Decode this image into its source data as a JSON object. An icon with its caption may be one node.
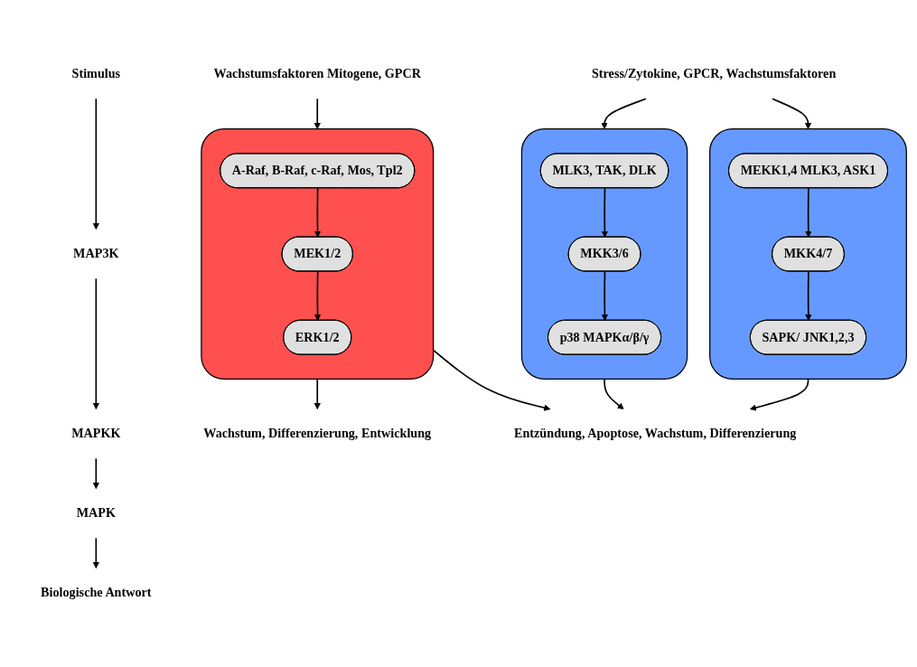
{
  "diagram": {
    "nodes": [
      {
        "text": [
          "Stimulus"
        ]
      },
      {
        "text": [
          "MAP3K"
        ]
      },
      {
        "text": [
          "MAPKK"
        ]
      },
      {
        "text": [
          "MAPK"
        ]
      },
      {
        "text": [
          "Biologische Antwort"
        ]
      },
      {
        "text": [
          "Wachstumsfaktoren Mitogene, GPCR"
        ]
      },
      {
        "text": [
          "Stress/Zytokine, GPCR, Wachstumsfaktoren"
        ]
      },
      {
        "text": [],
        "shape": "box"
      },
      {
        "text": [
          "A-Raf, B-Raf, c-Raf, Mos, Tpl2"
        ],
        "in": 7
      },
      {
        "text": [
          "MEK1/2"
        ],
        "in": 7
      },
      {
        "text": [
          "ERK1/2"
        ],
        "in": 7
      },
      {
        "text": [],
        "shape": "box"
      },
      {
        "text": [
          "MLK3, TAK, DLK"
        ],
        "in": 11
      },
      {
        "text": [
          "MKK3/6"
        ],
        "in": 11
      },
      {
        "text": [
          "p38 MAPKα/β/γ"
        ],
        "in": 11
      },
      {
        "text": [],
        "shape": "box"
      },
      {
        "text": [
          "MEKK1,4 MLK3, ASK1"
        ],
        "in": 15
      },
      {
        "text": [
          "MKK4/7"
        ],
        "in": 15
      },
      {
        "text": [
          "SAPK/ JNK1,2,3"
        ],
        "in": 15
      },
      {
        "text": [
          "Wachstum, Differenzierung, Entwicklung"
        ]
      },
      {
        "text": [
          "Entzündung, Apoptose, Wachstum, Differenzierung"
        ]
      }
    ],
    "edges": [
      {
        "from": 0,
        "to": 1,
        "arrow": "to"
      },
      {
        "from": 1,
        "to": 2,
        "arrow": "to"
      },
      {
        "from": 2,
        "to": 3,
        "arrow": "to"
      },
      {
        "from": 3,
        "to": 4,
        "arrow": "to"
      },
      {
        "from": 5,
        "to": 7,
        "arrow": "to"
      },
      {
        "from": 6,
        "to": 11,
        "arrow": "to"
      },
      {
        "from": 6,
        "to": 15,
        "arrow": "to"
      },
      {
        "from": 8,
        "to": 9,
        "arrow": "to"
      },
      {
        "from": 9,
        "to": 10,
        "arrow": "to"
      },
      {
        "from": 12,
        "to": 13,
        "arrow": "to"
      },
      {
        "from": 13,
        "to": 14,
        "arrow": "to"
      },
      {
        "from": 16,
        "to": 17,
        "arrow": "to"
      },
      {
        "from": 17,
        "to": 18,
        "arrow": "to"
      },
      {
        "from": 7,
        "to": 19,
        "arrow": "to"
      },
      {
        "from": 7,
        "to": 20,
        "arrow": "to"
      },
      {
        "from": 11,
        "to": 20,
        "arrow": "to"
      },
      {
        "from": 15,
        "to": 20,
        "arrow": "to"
      }
    ]
  }
}
